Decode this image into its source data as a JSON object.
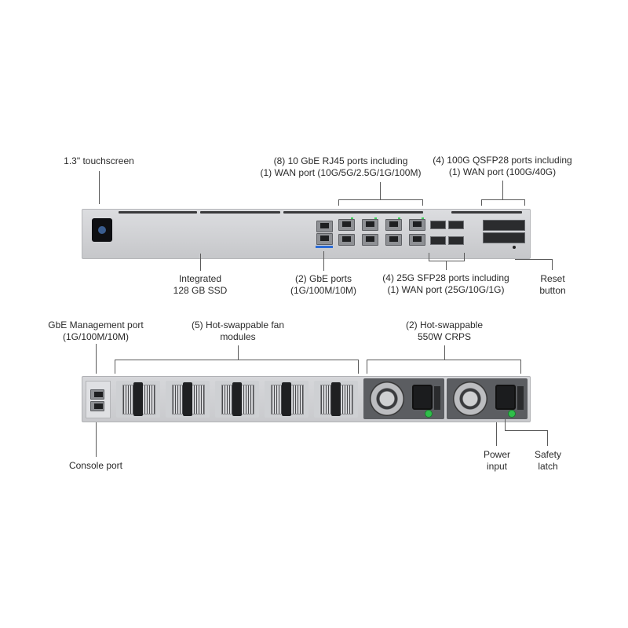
{
  "callouts": {
    "touchscreen": "1.3\" touchscreen",
    "rj45_10g": [
      "(8) 10 GbE RJ45 ports including",
      "(1) WAN port (10G/5G/2.5G/1G/100M)"
    ],
    "qsfp28": [
      "(4) 100G QSFP28 ports including",
      "(1) WAN port (100G/40G)"
    ],
    "ssd": [
      "Integrated",
      "128 GB SSD"
    ],
    "gbe": [
      "(2) GbE ports",
      "(1G/100M/10M)"
    ],
    "sfp28": [
      "(4) 25G SFP28 ports including",
      "(1) WAN port (25G/10G/1G)"
    ],
    "reset": [
      "Reset",
      "button"
    ],
    "mgmt": [
      "GbE Management port",
      "(1G/100M/10M)"
    ],
    "fans": [
      "(5) Hot-swappable fan",
      "modules"
    ],
    "psu": [
      "(2) Hot-swappable",
      "550W CRPS"
    ],
    "console": "Console port",
    "power": [
      "Power",
      "input"
    ],
    "latch": [
      "Safety",
      "latch"
    ]
  },
  "colors": {
    "chassis": "#cfd0d3",
    "port_led": "#3ccf5a",
    "psu_body": "#5b5d61"
  }
}
